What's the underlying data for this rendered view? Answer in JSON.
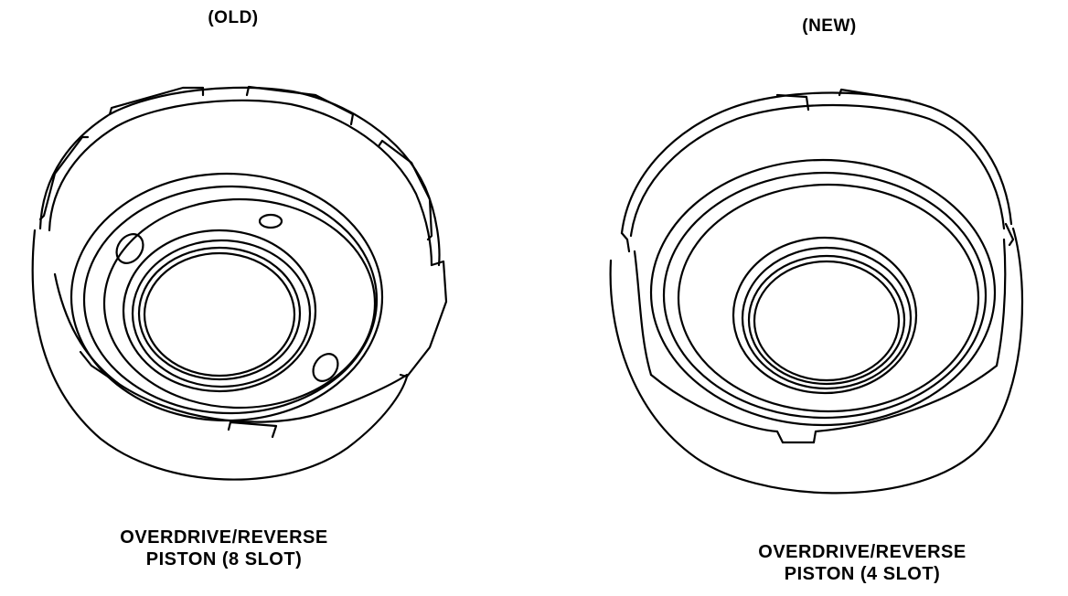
{
  "old": {
    "tag": "(OLD)",
    "caption_line1": "OVERDRIVE/REVERSE",
    "caption_line2": "PISTON (8 SLOT)"
  },
  "new": {
    "tag": "(NEW)",
    "caption_line1": "OVERDRIVE/REVERSE",
    "caption_line2": "PISTON (4 SLOT)"
  },
  "colors": {
    "ink": "#000000",
    "paper": "#ffffff"
  }
}
